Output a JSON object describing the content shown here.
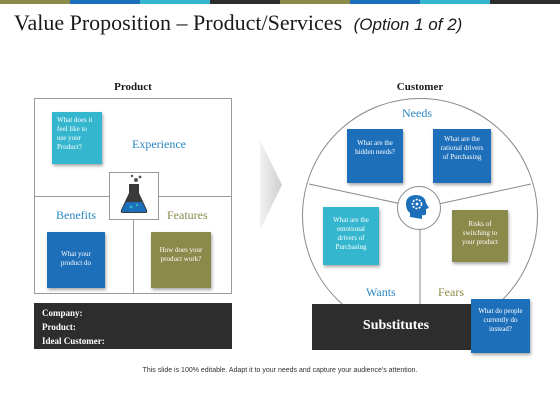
{
  "colors": {
    "topbar": [
      "#8b8a4a",
      "#1e6fba",
      "#35b6cf",
      "#2d2d2d",
      "#8b8a4a",
      "#1e6fba",
      "#35b6cf",
      "#2d2d2d"
    ],
    "teal": "#35b6cf",
    "blue": "#1e6fba",
    "olive": "#8b8a4a",
    "dark": "#2d2d2d"
  },
  "title": {
    "main": "Value Proposition – Product/Services",
    "option": "(Option 1 of 2)"
  },
  "product": {
    "heading": "Product",
    "experience_note": "What does it feel like to use your Product?",
    "experience_label": "Experience",
    "benefits_label": "Benefits",
    "features_label": "Features",
    "benefits_note": "What your product do",
    "features_note": "How does your product work?",
    "icon": "flask-icon",
    "company": "Company:",
    "product_line": "Product:",
    "ideal_customer": "Ideal Customer:"
  },
  "arrow_icon": "chevron-right-arrow",
  "customer": {
    "heading": "Customer",
    "needs_label": "Needs",
    "wants_label": "Wants",
    "fears_label": "Fears",
    "hidden_needs_note": "What are the hidden needs?",
    "rational_drivers_note": "What are the rational drivers of Purchasing",
    "emotional_drivers_note": "What are the emotional drivers of Purchasing",
    "risks_note": "Risks of switching to your product",
    "center_icon": "head-gears-icon",
    "substitutes_label": "Substitutes",
    "substitutes_note": "What do people currently do instead?"
  },
  "footnote": "This slide is 100% editable. Adapt it to your needs and capture your audience's attention."
}
